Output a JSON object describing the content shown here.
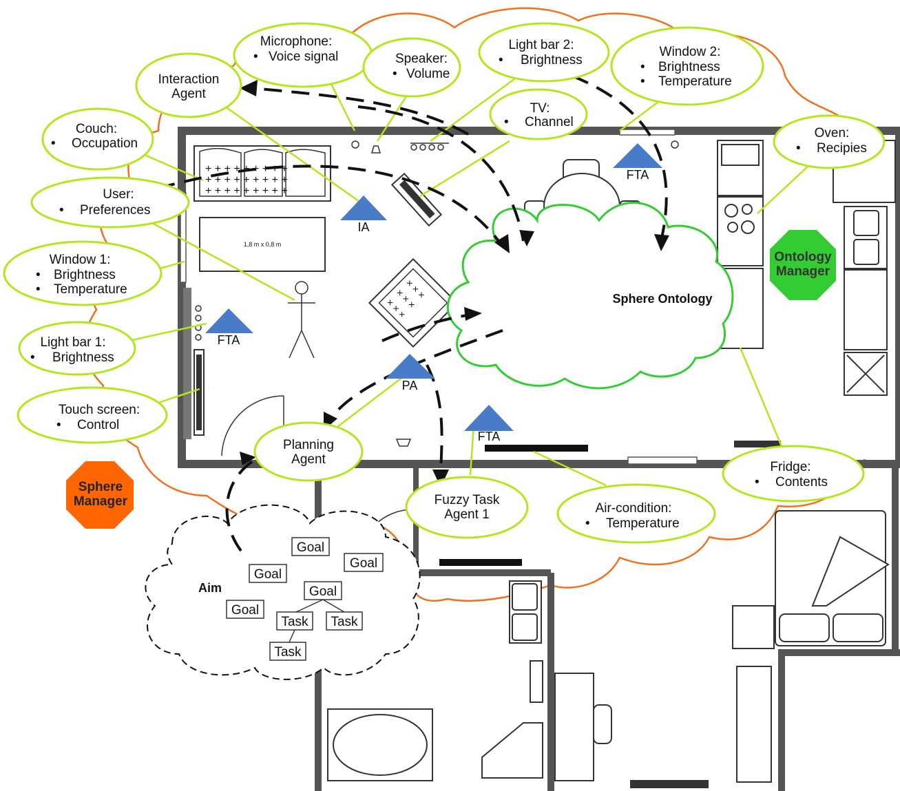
{
  "callouts": {
    "microphone": {
      "title": "Microphone:",
      "items": [
        "Voice signal"
      ]
    },
    "speaker": {
      "title": "Speaker:",
      "items": [
        "Volume"
      ]
    },
    "lightbar2": {
      "title": "Light bar 2:",
      "items": [
        "Brightness"
      ]
    },
    "window2": {
      "title": "Window 2:",
      "items": [
        "Brightness",
        "Temperature"
      ]
    },
    "interaction": {
      "title": "Interaction",
      "title2": "Agent"
    },
    "tv": {
      "title": "TV:",
      "items": [
        "Channel"
      ]
    },
    "couch": {
      "title": "Couch:",
      "items": [
        "Occupation"
      ]
    },
    "oven": {
      "title": "Oven:",
      "items": [
        "Recipies"
      ]
    },
    "user": {
      "title": "User:",
      "items": [
        "Preferences"
      ]
    },
    "window1": {
      "title": "Window 1:",
      "items": [
        "Brightness",
        "Temperature"
      ]
    },
    "lightbar1": {
      "title": "Light bar 1:",
      "items": [
        "Brightness"
      ]
    },
    "touchscreen": {
      "title": "Touch screen:",
      "items": [
        "Control"
      ]
    },
    "planning": {
      "title": "Planning",
      "title2": "Agent"
    },
    "fuzzy": {
      "title": "Fuzzy Task",
      "title2": "Agent 1"
    },
    "aircon": {
      "title": "Air-condition:",
      "items": [
        "Temperature"
      ]
    },
    "fridge": {
      "title": "Fridge:",
      "items": [
        "Contents"
      ]
    }
  },
  "bullet": "•",
  "agents": {
    "ia": "IA",
    "fta_top": "FTA",
    "fta_left": "FTA",
    "pa": "PA",
    "fta_bottom": "FTA"
  },
  "managers": {
    "ontology": {
      "line1": "Ontology",
      "line2": "Manager",
      "color": "#33cc33"
    },
    "sphere": {
      "line1": "Sphere",
      "line2": "Manager",
      "color": "#ff6600"
    }
  },
  "sphere_ontology": "Sphere Ontology",
  "table_label": "1,8 m x 0,8 m",
  "aim": {
    "label": "Aim",
    "goals": [
      "Goal",
      "Goal",
      "Goal",
      "Goal",
      "Goal"
    ],
    "tasks": [
      "Task",
      "Task",
      "Task"
    ]
  },
  "colors": {
    "callout_fill": "#ffffff",
    "callout_stroke": "#b5e61d",
    "sphere_outline": "#f07020",
    "ontology_cloud": "#33cc33",
    "agent_triangle": "#4a7bc8"
  }
}
